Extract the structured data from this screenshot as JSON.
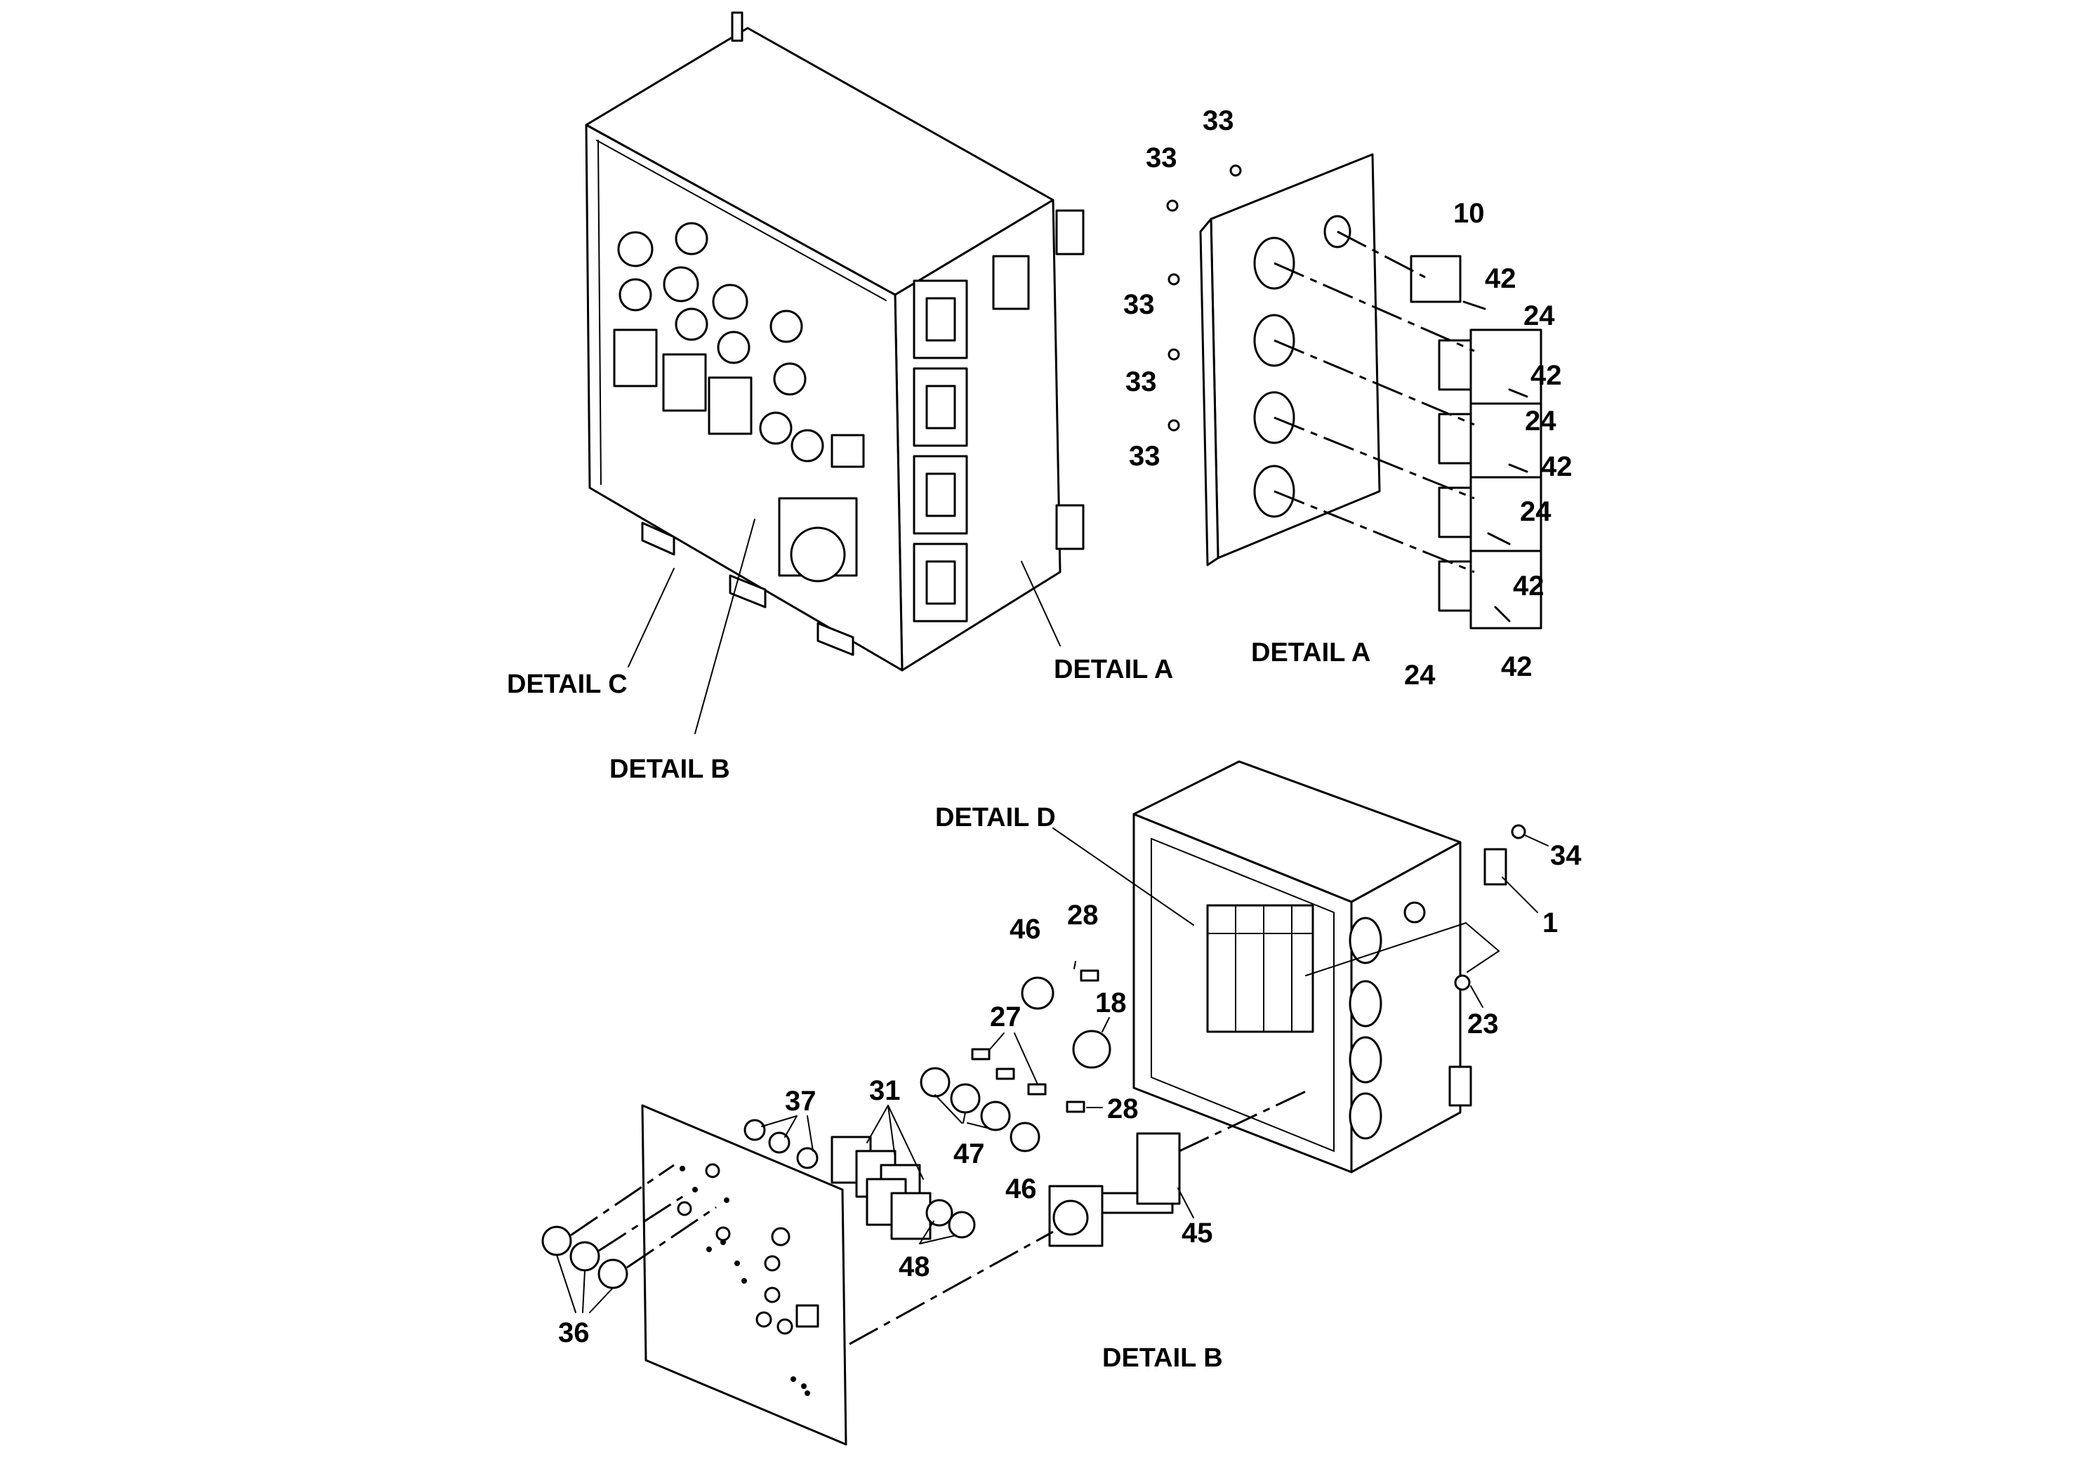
{
  "labels": {
    "detail_a": "DETAIL A",
    "detail_b": "DETAIL B",
    "detail_c": "DETAIL C",
    "detail_d": "DETAIL D"
  },
  "callouts": {
    "n1": "1",
    "n10": "10",
    "n18": "18",
    "n23": "23",
    "n24": "24",
    "n27": "27",
    "n28": "28",
    "n31": "31",
    "n33": "33",
    "n34": "34",
    "n36": "36",
    "n37": "37",
    "n42": "42",
    "n45": "45",
    "n46": "46",
    "n47": "47",
    "n48": "48"
  }
}
